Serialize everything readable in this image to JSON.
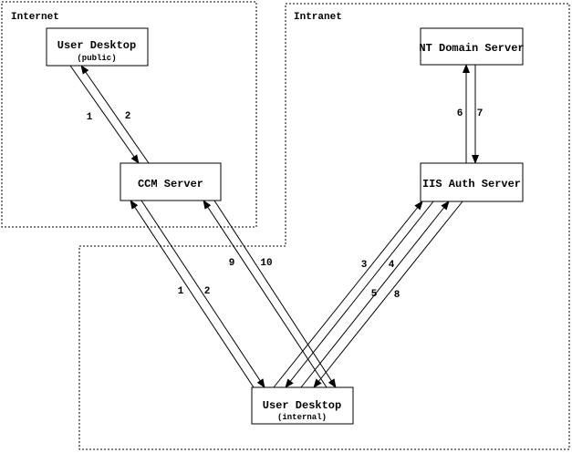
{
  "diagram": {
    "zones": [
      {
        "id": "internet",
        "label": "Internet"
      },
      {
        "id": "intranet",
        "label": "Intranet"
      }
    ],
    "nodes": [
      {
        "id": "user-desktop-public",
        "title": "User Desktop",
        "subtitle": "(public)",
        "zone": "internet"
      },
      {
        "id": "ccm-server",
        "title": "CCM Server",
        "subtitle": "",
        "zone": "internet"
      },
      {
        "id": "nt-domain-server",
        "title": "NT Domain Server",
        "subtitle": "",
        "zone": "intranet"
      },
      {
        "id": "iis-auth-server",
        "title": "IIS Auth Server",
        "subtitle": "",
        "zone": "intranet"
      },
      {
        "id": "user-desktop-internal",
        "title": "User Desktop",
        "subtitle": "(internal)",
        "zone": "intranet"
      }
    ],
    "edges": [
      {
        "label": "1",
        "from": "user-desktop-public",
        "to": "ccm-server"
      },
      {
        "label": "2",
        "from": "ccm-server",
        "to": "user-desktop-public"
      },
      {
        "label": "1",
        "from": "user-desktop-internal",
        "to": "ccm-server"
      },
      {
        "label": "2",
        "from": "ccm-server",
        "to": "user-desktop-internal"
      },
      {
        "label": "9",
        "from": "user-desktop-internal",
        "to": "ccm-server"
      },
      {
        "label": "10",
        "from": "ccm-server",
        "to": "user-desktop-internal"
      },
      {
        "label": "3",
        "from": "user-desktop-internal",
        "to": "iis-auth-server"
      },
      {
        "label": "4",
        "from": "iis-auth-server",
        "to": "user-desktop-internal"
      },
      {
        "label": "5",
        "from": "user-desktop-internal",
        "to": "iis-auth-server"
      },
      {
        "label": "8",
        "from": "iis-auth-server",
        "to": "user-desktop-internal"
      },
      {
        "label": "6",
        "from": "iis-auth-server",
        "to": "nt-domain-server"
      },
      {
        "label": "7",
        "from": "nt-domain-server",
        "to": "iis-auth-server"
      }
    ],
    "colors": {
      "line": "#000000",
      "background": "#ffffff"
    }
  }
}
